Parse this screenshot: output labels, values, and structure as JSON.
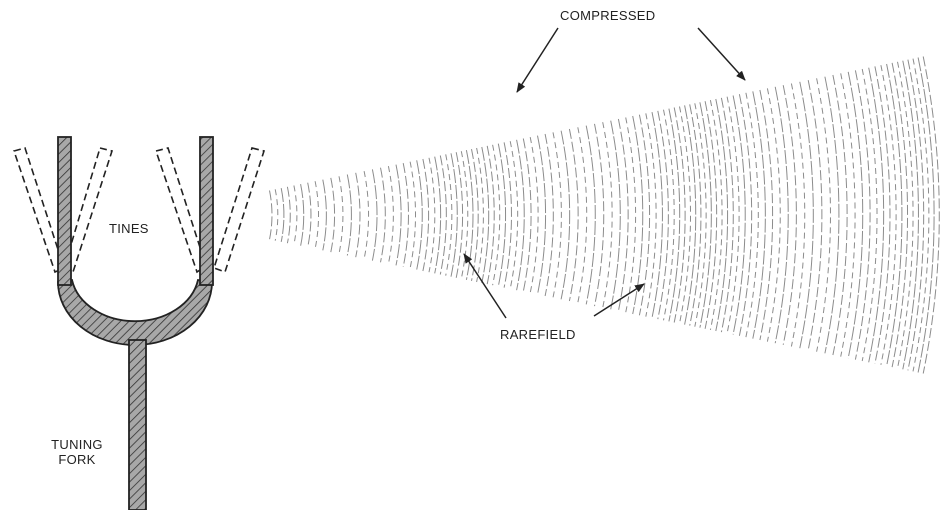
{
  "labels": {
    "compressed": "COMPRESSED",
    "tines": "TINES",
    "rarefield": "RAREFIELD",
    "fork_line1": "TUNING",
    "fork_line2": "FORK"
  },
  "colors": {
    "ink": "#222222",
    "fork_fill": "#9a9a9a",
    "wave": "#8c8c8c"
  }
}
